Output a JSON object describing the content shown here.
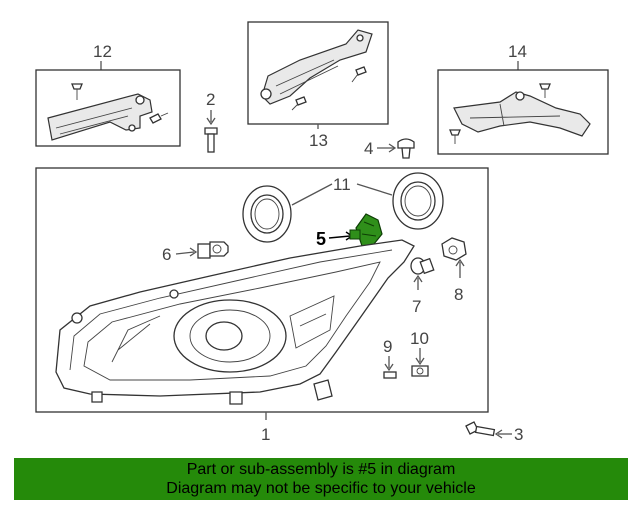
{
  "diagram": {
    "callouts": {
      "c1": "1",
      "c2": "2",
      "c3": "3",
      "c4": "4",
      "c5": "5",
      "c6": "6",
      "c7": "7",
      "c8": "8",
      "c9": "9",
      "c10": "10",
      "c11": "11",
      "c12": "12",
      "c13": "13",
      "c14": "14"
    },
    "highlight_color": "#2f8f1a",
    "highlighted_part": "5"
  },
  "banner": {
    "line1": "Part or sub-assembly is #5 in diagram",
    "line2": "Diagram may not be specific to your vehicle",
    "background": "#258a0a"
  }
}
